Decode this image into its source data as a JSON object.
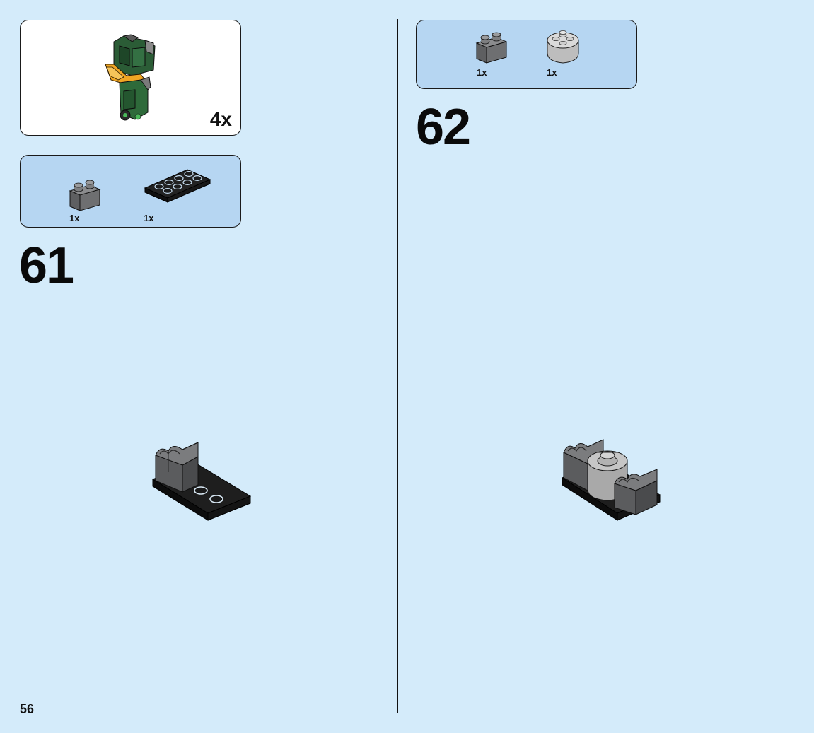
{
  "page": {
    "number": "56"
  },
  "callout": {
    "multiplier": "4x",
    "icon": "green-armored-subassembly-icon"
  },
  "steps": [
    {
      "number": "61",
      "parts": [
        {
          "qty": "1x",
          "icon": "dark-gray-1x2-brick-icon",
          "color": "#6e6f71"
        },
        {
          "qty": "1x",
          "icon": "black-2x4-plate-icon",
          "color": "#1c1c1c"
        }
      ],
      "model_icon": "step-61-assembly-icon"
    },
    {
      "number": "62",
      "parts": [
        {
          "qty": "1x",
          "icon": "dark-gray-1x2-brick-icon",
          "color": "#6e6f71"
        },
        {
          "qty": "1x",
          "icon": "light-gray-round-2x2-brick-icon",
          "color": "#c9c9c9"
        }
      ],
      "model_icon": "step-62-assembly-icon"
    }
  ],
  "colors": {
    "page_background": "#d4ebfa",
    "parts_box": "#b6d6f2",
    "callout_box": "#ffffff"
  }
}
